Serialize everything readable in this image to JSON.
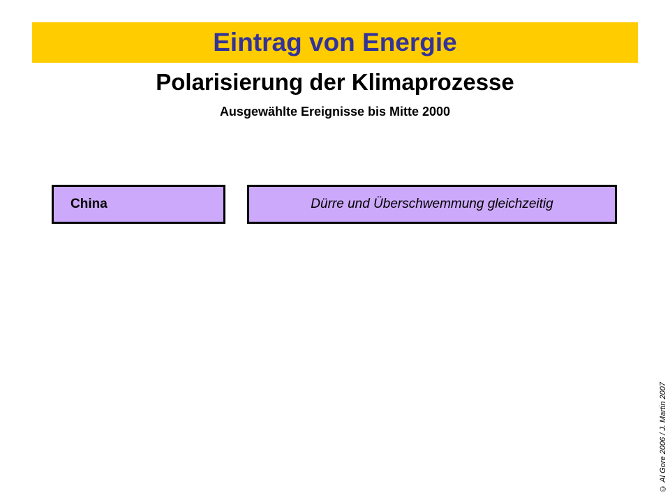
{
  "slide": {
    "banner": {
      "title": "Eintrag von Energie",
      "background_color": "#ffcc00",
      "text_color": "#333399"
    },
    "headings": {
      "main": "Polarisierung der Klimaprozesse",
      "sub": "Ausgewählte Ereignisse bis Mitte 2000"
    },
    "boxes": [
      {
        "name": "country",
        "label": "China",
        "fill_color": "#cca9fa",
        "border_color": "#000000"
      },
      {
        "name": "event",
        "label": "Dürre und Überschwemmung gleichzeitig",
        "fill_color": "#cca9fa",
        "border_color": "#000000"
      }
    ],
    "copyright": "© Al Gore 2006 / J. Martin 2007"
  }
}
